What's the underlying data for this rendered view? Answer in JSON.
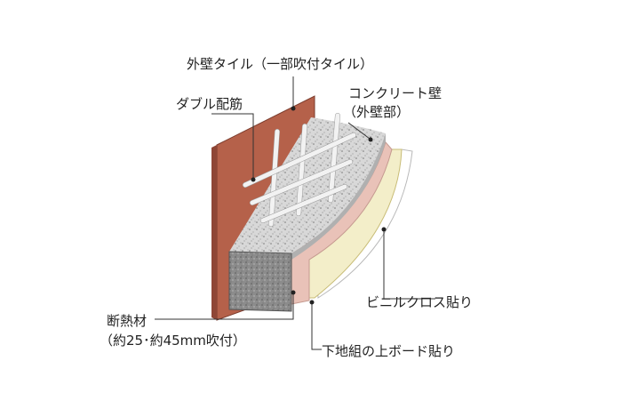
{
  "labels": {
    "exterior_tile": "外壁タイル（一部吹付タイル）",
    "double_rebar": "ダブル配筋",
    "concrete_wall_line1": "コンクリート壁",
    "concrete_wall_line2": "（外壁部）",
    "vinyl_cloth": "ビニルクロス貼り",
    "insulation_line1": "断熱材",
    "insulation_line2": "（約25･約45mm吹付）",
    "board": "下地組の上ボード貼り"
  },
  "colors": {
    "tile": "#b5614a",
    "tile_dark": "#8f4636",
    "concrete_top": "#d8d8d8",
    "concrete_front": "#8c8c8c",
    "rebar": "#e8e8e8",
    "insulation": "#e9c2b8",
    "board": "#f3eec9",
    "board_edge": "#d9cf8a",
    "cloth": "#ffffff",
    "leader": "#333333"
  }
}
